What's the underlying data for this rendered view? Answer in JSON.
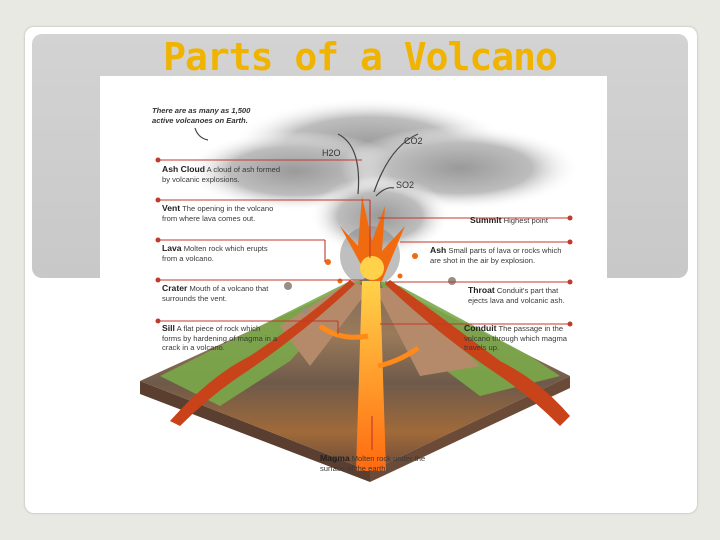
{
  "slide": {
    "title": "Parts of a Volcano"
  },
  "diagram": {
    "note": "There are as many as 1,500 active volcanoes on Earth.",
    "gases": {
      "h2o": "H2O",
      "co2": "CO2",
      "so2": "SO2"
    },
    "labels": {
      "ash_cloud": {
        "term": "Ash Cloud",
        "desc": "A cloud of ash formed by volcanic explosions."
      },
      "vent": {
        "term": "Vent",
        "desc": "The opening in the volcano from where lava comes out."
      },
      "lava": {
        "term": "Lava",
        "desc": "Molten rock which erupts from a volcano."
      },
      "crater": {
        "term": "Crater",
        "desc": "Mouth of a volcano that surrounds the vent."
      },
      "sill": {
        "term": "Sill",
        "desc": "A flat piece of rock which forms by hardening of magma in a crack in a volcano."
      },
      "summit": {
        "term": "Summit",
        "desc": "Highest point"
      },
      "ash": {
        "term": "Ash",
        "desc": "Small parts of lava or rocks which are shot in the air by explosion."
      },
      "throat": {
        "term": "Throat",
        "desc": "Conduit's part that ejects lava and volcanic ash."
      },
      "conduit": {
        "term": "Conduit",
        "desc": "The passage in the volcano through which magma travels up."
      },
      "magma": {
        "term": "Magma",
        "desc": "Molten rock under the surface of the earth."
      }
    },
    "colors": {
      "title": "#f0b400",
      "callout_line": "#c0392b",
      "lava": "#f06a10",
      "magma": "#ff8a1a",
      "grass": "#7aa84a",
      "rock": "#8a7060"
    }
  }
}
